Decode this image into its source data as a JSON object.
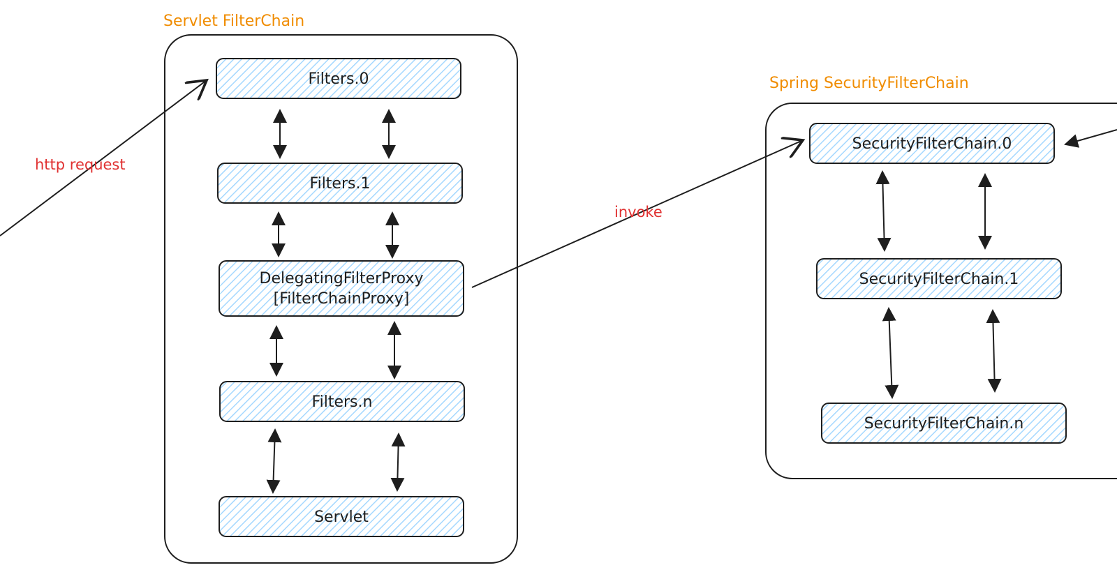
{
  "servlet_chain": {
    "title": "Servlet FilterChain",
    "nodes": [
      "Filters.0",
      "Filters.1",
      "DelegatingFilterProxy",
      "[FilterChainProxy]",
      "Filters.n",
      "Servlet"
    ]
  },
  "security_chain": {
    "title": "Spring SecurityFilterChain",
    "nodes": [
      "SecurityFilterChain.0",
      "SecurityFilterChain.1",
      "SecurityFilterChain.n"
    ]
  },
  "edges": {
    "http_request": "http request",
    "invoke": "invoke"
  },
  "colors": {
    "box_fill": "#d6eaf8",
    "stroke": "#1e1e1e",
    "group_title": "#f08c00",
    "edge_label": "#e03131"
  }
}
